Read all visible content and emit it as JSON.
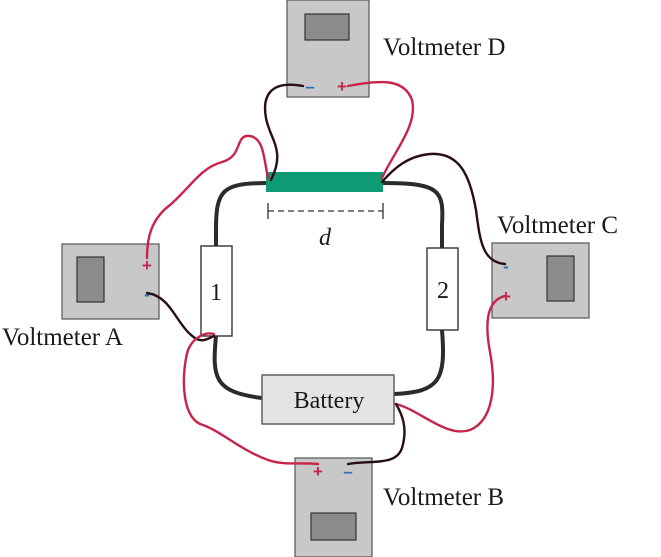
{
  "diagram": {
    "wire_colors": {
      "circuit": "#2b2b2b",
      "positive_probe": "#c8244a",
      "negative_probe": "#2a0f12"
    },
    "resistor_rod": {
      "color": "#0e9a73",
      "length_label": "d"
    },
    "resistor_1": {
      "label": "1"
    },
    "resistor_2": {
      "label": "2"
    },
    "battery": {
      "label": "Battery"
    },
    "voltmeters": {
      "a": {
        "label": "Voltmeter A",
        "plus": "+",
        "minus": "-"
      },
      "b": {
        "label": "Voltmeter B",
        "plus": "+",
        "minus": "–"
      },
      "c": {
        "label": "Voltmeter C",
        "plus": "+",
        "minus": "-"
      },
      "d": {
        "label": "Voltmeter D",
        "plus": "+",
        "minus": "–"
      }
    }
  }
}
